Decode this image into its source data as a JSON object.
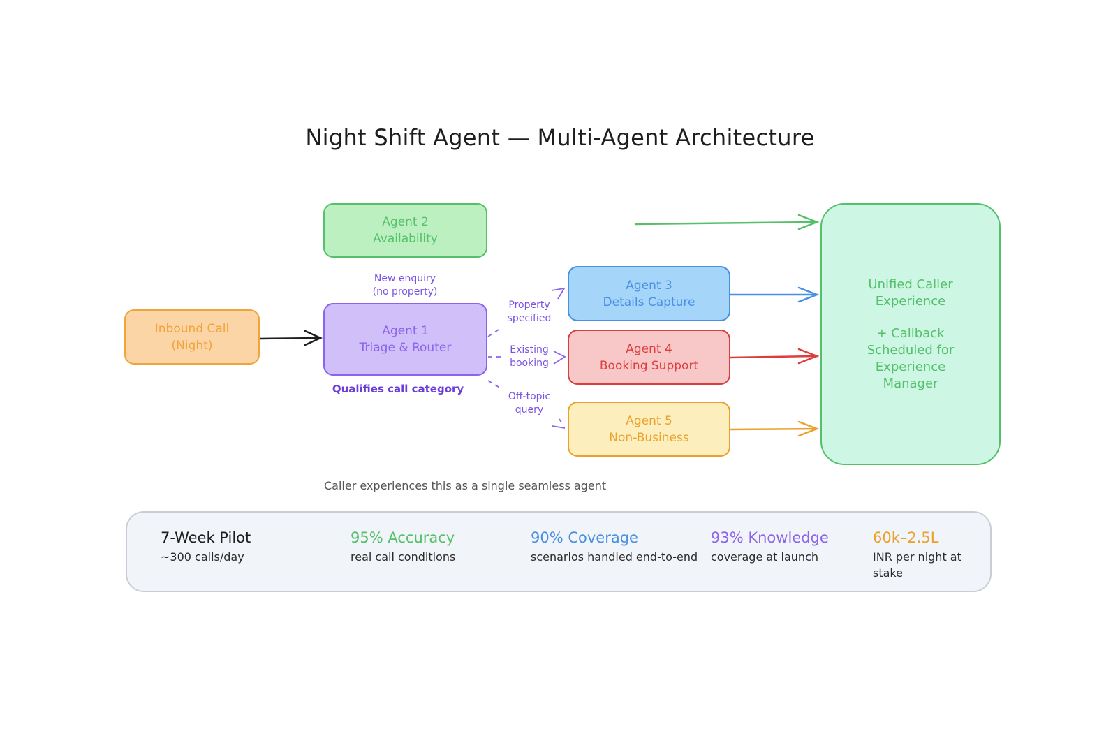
{
  "title": "Night Shift Agent — Multi-Agent Architecture",
  "nodes": {
    "inbound": {
      "line1": "Inbound Call",
      "line2": "(Night)"
    },
    "agent1": {
      "line1": "Agent 1",
      "line2": "Triage & Router"
    },
    "agent2": {
      "line1": "Agent 2",
      "line2": "Availability"
    },
    "agent3": {
      "line1": "Agent 3",
      "line2": "Details Capture"
    },
    "agent4": {
      "line1": "Agent 4",
      "line2": "Booking Support"
    },
    "agent5": {
      "line1": "Agent 5",
      "line2": "Non-Business"
    },
    "unified": {
      "line1": "Unified Caller",
      "line2": "Experience",
      "line3": "+ Callback",
      "line4": "Scheduled for",
      "line5": "Experience",
      "line6": "Manager"
    }
  },
  "edge_labels": {
    "new_enquiry": {
      "line1": "New enquiry",
      "line2": "(no property)"
    },
    "property": {
      "line1": "Property",
      "line2": "specified"
    },
    "existing": {
      "line1": "Existing",
      "line2": "booking"
    },
    "offtopic": {
      "line1": "Off-topic",
      "line2": "query"
    }
  },
  "qualifies": "Qualifies call category",
  "note": "Caller experiences this as a single seamless agent",
  "stats": [
    {
      "head": "7-Week Pilot",
      "sub": "~300 calls/day",
      "color": "#1e1e1e"
    },
    {
      "head": "95% Accuracy",
      "sub": "real call conditions",
      "color": "#54c06a"
    },
    {
      "head": "90% Coverage",
      "sub": "scenarios handled end-to-end",
      "color": "#4a90e2"
    },
    {
      "head": "93% Knowledge",
      "sub": "coverage at launch",
      "color": "#8c64ec"
    },
    {
      "head": "60k–2.5L",
      "sub": "INR per night at stake",
      "color": "#eba12e"
    }
  ],
  "colors": {
    "orange": "#f0a43c",
    "purple": "#8c64ec",
    "green": "#54c06a",
    "blue": "#4a90e2",
    "red": "#dc3d3d",
    "yellow": "#eba12e"
  }
}
